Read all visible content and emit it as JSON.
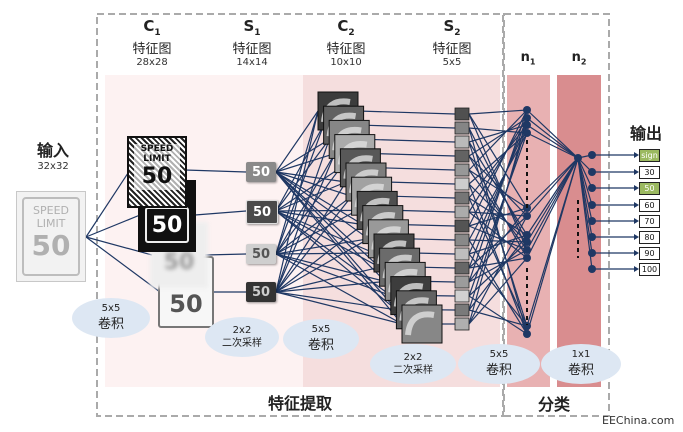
{
  "stages": {
    "c1": {
      "name": "C",
      "sub": "1",
      "cn": "特征图",
      "dim": "28x28"
    },
    "s1": {
      "name": "S",
      "sub": "1",
      "cn": "特征图",
      "dim": "14x14"
    },
    "c2": {
      "name": "C",
      "sub": "2",
      "cn": "特征图",
      "dim": "10x10"
    },
    "s2": {
      "name": "S",
      "sub": "2",
      "cn": "特征图",
      "dim": "5x5"
    },
    "n1": {
      "name": "n",
      "sub": "1"
    },
    "n2": {
      "name": "n",
      "sub": "2"
    }
  },
  "input": {
    "title": "输入",
    "dim": "32x32",
    "sign_lines": [
      "SPEED",
      "LIMIT"
    ],
    "sign_value": "50"
  },
  "output": {
    "title": "输出",
    "classes": [
      "sign",
      "30",
      "50",
      "60",
      "70",
      "80",
      "90",
      "100"
    ],
    "highlighted": [
      "sign",
      "50"
    ]
  },
  "c1_sign_text": {
    "top": "SPEED",
    "mid": "LIMIT",
    "num": "50"
  },
  "s1_maps": [
    "50",
    "50",
    "50",
    "50"
  ],
  "operations": {
    "conv1": {
      "l1": "5x5",
      "l2": "卷积"
    },
    "pool1": {
      "l1": "2x2",
      "l2": "二次采样"
    },
    "conv2": {
      "l1": "5x5",
      "l2": "卷积"
    },
    "pool2": {
      "l1": "2x2",
      "l2": "二次采样"
    },
    "conv3": {
      "l1": "5x5",
      "l2": "卷积"
    },
    "fc": {
      "l1": "1x1",
      "l2": "卷积"
    }
  },
  "sections": {
    "feature": "特征提取",
    "classify": "分类"
  },
  "credit": "EEChina.com",
  "colors": {
    "pink_light": "#fdf2f2",
    "pink_mid": "#f3d4d4",
    "pink_dark": "#d9888a",
    "line": "#1f3864",
    "bubble": "#dde7f3",
    "highlight": "#9bb960"
  }
}
